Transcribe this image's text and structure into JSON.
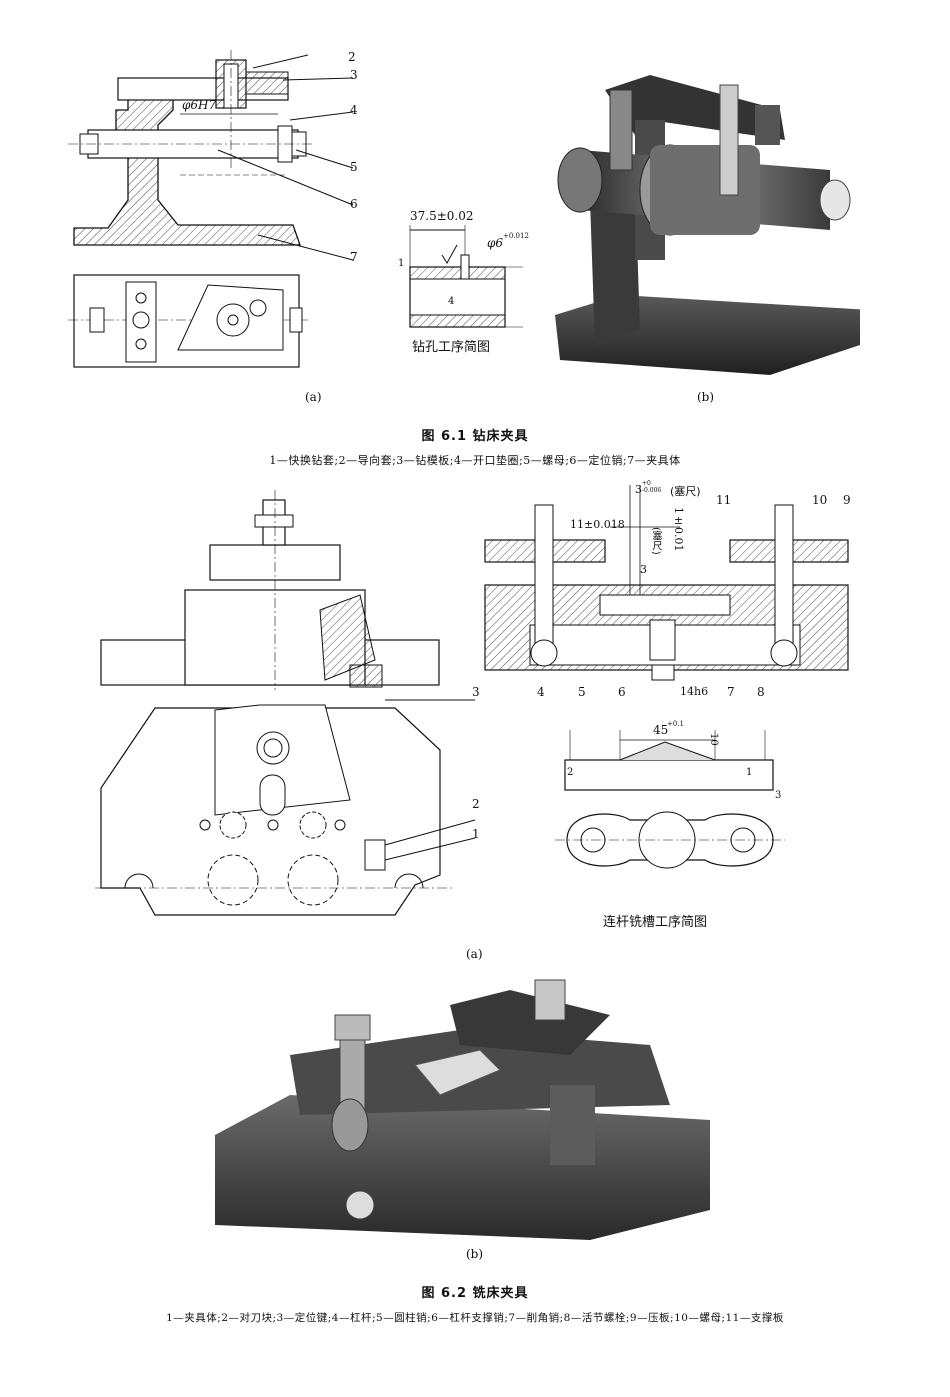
{
  "figure1": {
    "title": "图 6.1   钻床夹具",
    "legend": "1—快换钻套;2—导向套;3—钻模板;4—开口垫圈;5—螺母;6—定位销;7—夹具体",
    "sub_a": "(a)",
    "sub_b": "(b)",
    "callouts": [
      "2",
      "3",
      "4",
      "5",
      "6",
      "7"
    ],
    "dim_h7": "φ6H7",
    "op_sketch": {
      "caption": "钻孔工序简图",
      "dim_len": "37.5±0.02",
      "dim_hole": "φ6",
      "dim_hole_tol": "+0.012",
      "rough_1": "1",
      "rough_4": "4"
    }
  },
  "figure2": {
    "title": "图 6.2   铣床夹具",
    "legend": "1—夹具体;2—对刀块;3—定位键;4—杠杆;5—圆柱销;6—杠杆支撑销;7—削角销;8—活节螺栓;9—压板;10—螺母;11—支撑板",
    "sub_a": "(a)",
    "sub_b": "(b)",
    "callouts_left": [
      "3",
      "2",
      "1"
    ],
    "callouts_right_top": [
      "11",
      "10",
      "9"
    ],
    "callouts_right_bottom": [
      "4",
      "5",
      "6",
      "7",
      "8"
    ],
    "dims": {
      "d1": "3",
      "d1_tol": "+0\n-0.006",
      "d1_note": "(塞尺)",
      "d2": "11±0.018",
      "d3": "3",
      "d3_note": "(塞尺)",
      "d4": "1±0.01",
      "d5": "14h6"
    },
    "op_sketch": {
      "caption": "连杆铣槽工序简图",
      "dim_width": "45",
      "dim_width_tol": "+0.1",
      "rough_2": "2",
      "rough_1": "1",
      "rough_3": "3",
      "dim_10": "10"
    }
  }
}
